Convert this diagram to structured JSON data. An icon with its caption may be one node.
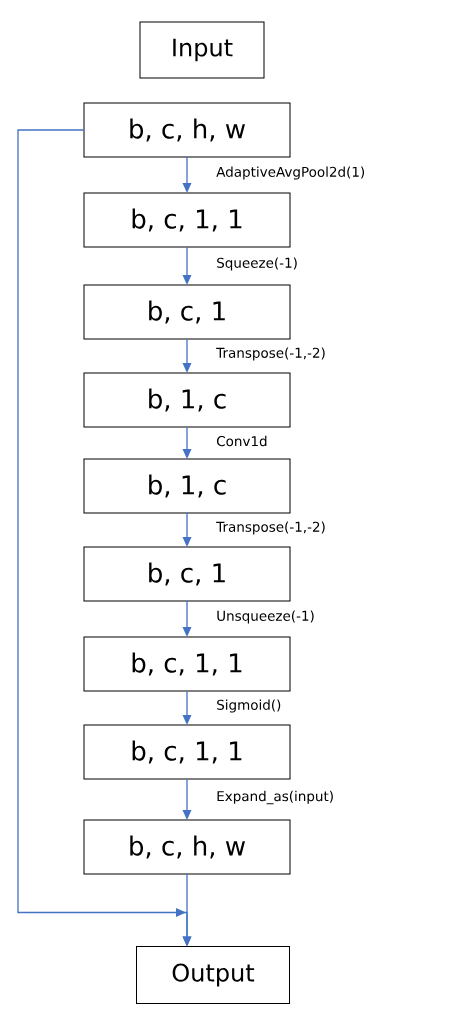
{
  "diagram": {
    "nodes": [
      {
        "text": [
          "Input"
        ]
      },
      {
        "text": [
          "b, c, h, w"
        ]
      },
      {
        "text": [
          "b, c, 1, 1"
        ]
      },
      {
        "text": [
          "b, c, 1"
        ]
      },
      {
        "text": [
          "b, 1, c"
        ]
      },
      {
        "text": [
          "b, 1, c"
        ]
      },
      {
        "text": [
          "b, c, 1"
        ]
      },
      {
        "text": [
          "b, c, 1, 1"
        ]
      },
      {
        "text": [
          "b, c, 1, 1"
        ]
      },
      {
        "text": [
          "b, c, h, w"
        ]
      },
      {
        "text": [
          "Output"
        ]
      }
    ],
    "edges": [
      {
        "from": 1,
        "to": 2,
        "arrow": "to",
        "label": "AdaptiveAvgPool2d(1)"
      },
      {
        "from": 2,
        "to": 3,
        "arrow": "to",
        "label": "Squeeze(-1)"
      },
      {
        "from": 3,
        "to": 4,
        "arrow": "to",
        "label": "Transpose(-1,-2)"
      },
      {
        "from": 4,
        "to": 5,
        "arrow": "to",
        "label": "Conv1d"
      },
      {
        "from": 5,
        "to": 6,
        "arrow": "to",
        "label": "Transpose(-1,-2)"
      },
      {
        "from": 6,
        "to": 7,
        "arrow": "to",
        "label": "Unsqueeze(-1)"
      },
      {
        "from": 7,
        "to": 8,
        "arrow": "to",
        "label": "Sigmoid()"
      },
      {
        "from": 8,
        "to": 9,
        "arrow": "to",
        "label": "Expand_as(input)"
      },
      {
        "from": 9,
        "to": 10,
        "arrow": "to"
      },
      {
        "from": 1,
        "to": 10,
        "arrow": "to"
      }
    ]
  }
}
